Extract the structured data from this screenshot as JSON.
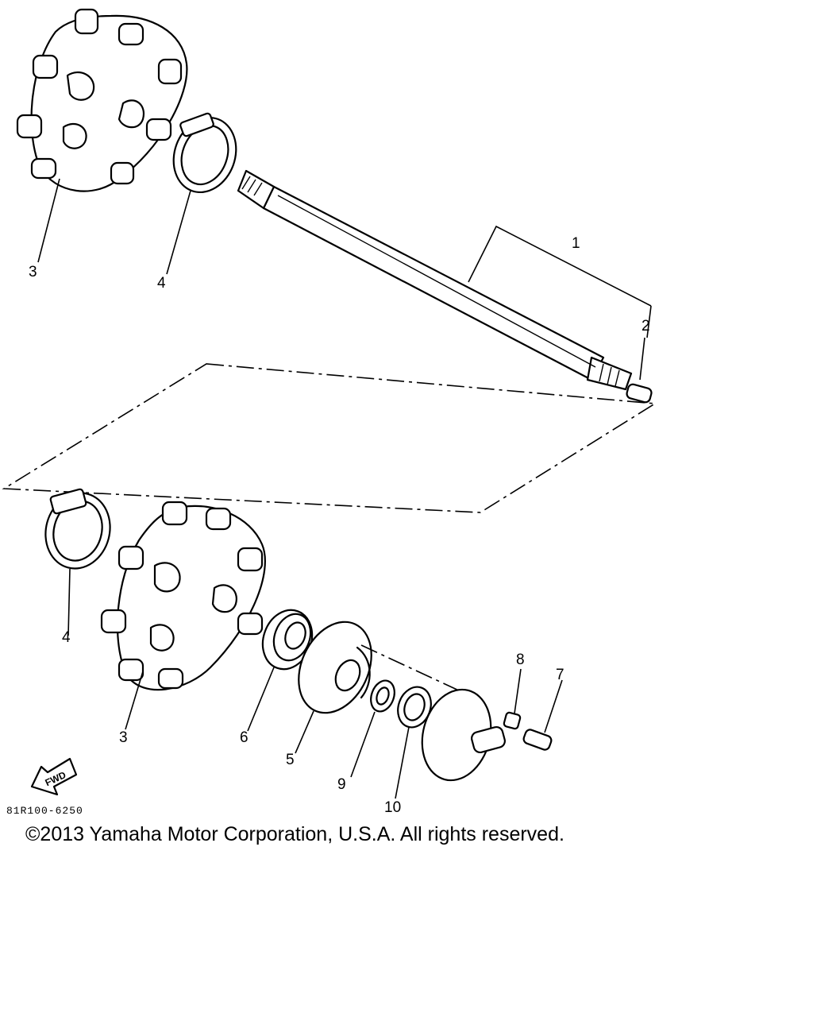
{
  "callouts": {
    "c1": "1",
    "c2": "2",
    "c3_top": "3",
    "c4_top": "4",
    "c4_bottom": "4",
    "c3_bottom": "3",
    "c6": "6",
    "c5": "5",
    "c9": "9",
    "c10": "10",
    "c8": "8",
    "c7": "7"
  },
  "fwd_label": "FWD",
  "drawing_code": "81R100-6250",
  "copyright": "©2013 Yamaha Motor Corporation, U.S.A. All rights reserved."
}
